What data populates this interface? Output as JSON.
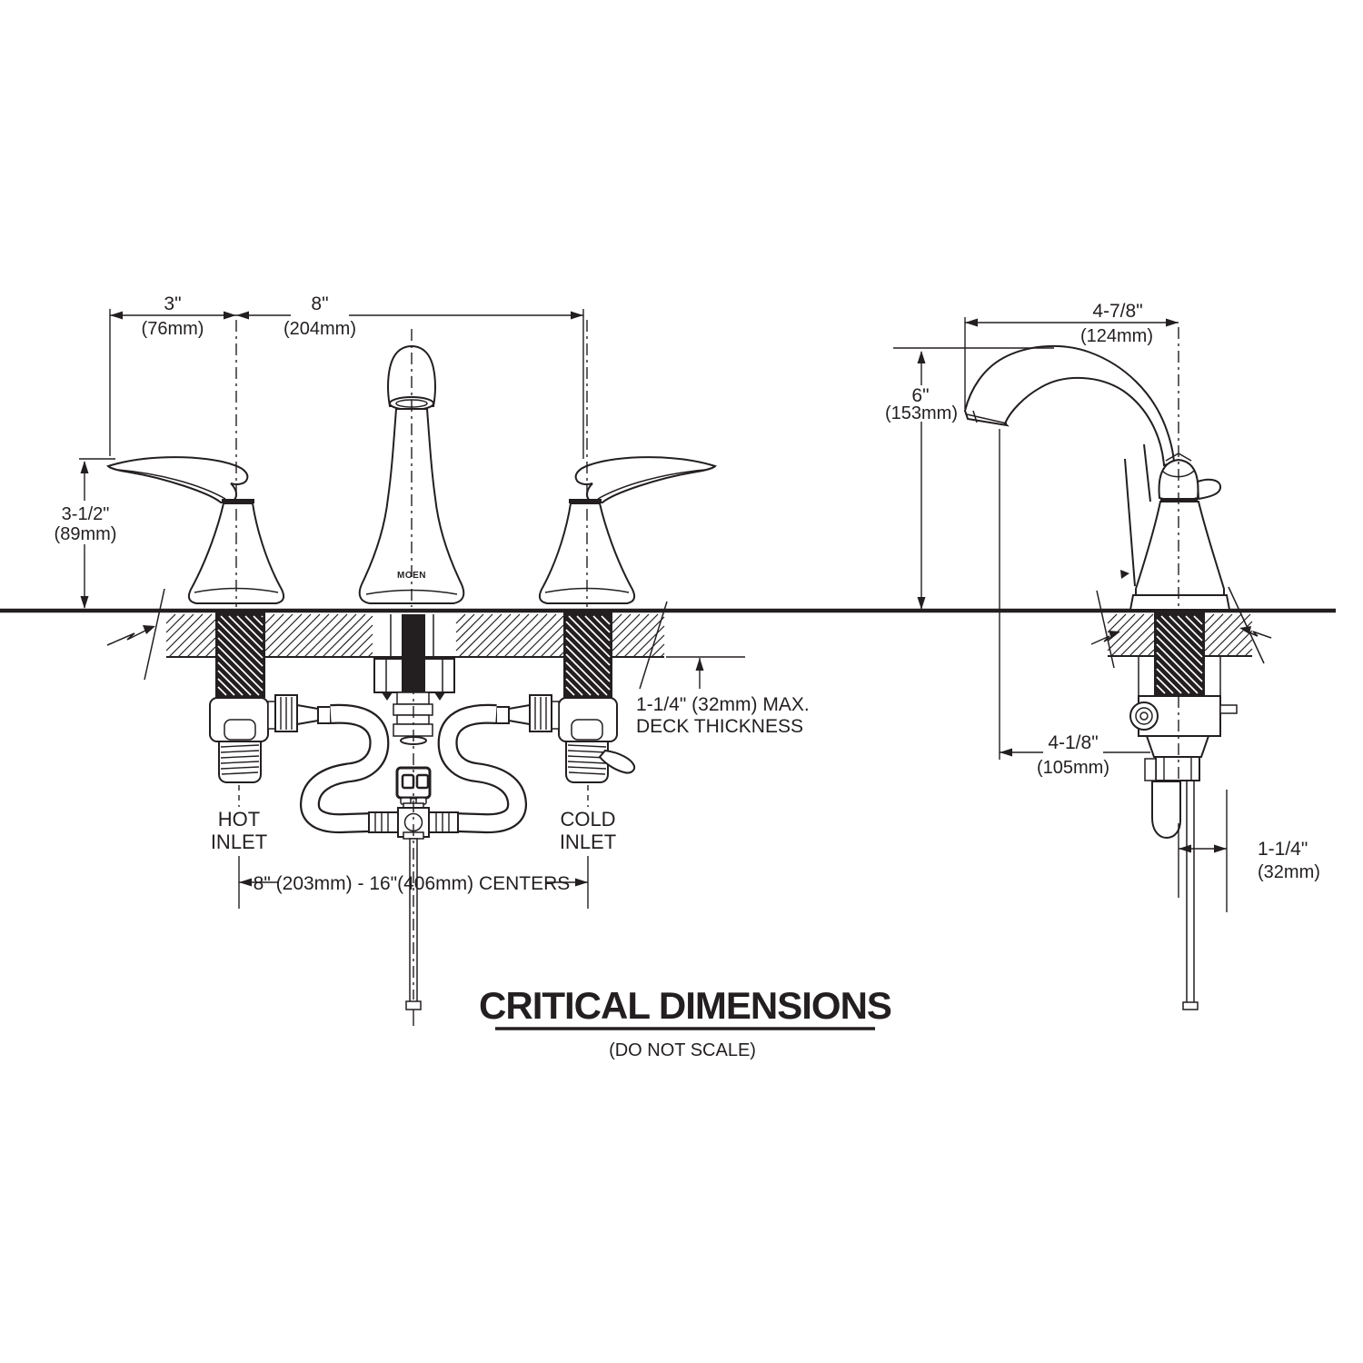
{
  "drawing": {
    "front_view": {
      "dim_handle_offset_in": "3\"",
      "dim_handle_offset_mm": "(76mm)",
      "dim_spread_in": "8\"",
      "dim_spread_mm": "(204mm)",
      "dim_handle_height_in": "3-1/2\"",
      "dim_handle_height_mm": "(89mm)",
      "brand_label": "MOEN",
      "deck_thickness_note_line1": "1-1/4\" (32mm) MAX.",
      "deck_thickness_note_line2": "DECK THICKNESS",
      "hot_inlet_line1": "HOT",
      "hot_inlet_line2": "INLET",
      "cold_inlet_line1": "COLD",
      "cold_inlet_line2": "INLET",
      "dim_inlet_centers": "8\" (203mm) - 16\"(406mm) CENTERS"
    },
    "side_view": {
      "dim_spout_reach_in": "4-7/8\"",
      "dim_spout_reach_mm": "(124mm)",
      "dim_spout_height_in": "6\"",
      "dim_spout_height_mm": "(153mm)",
      "dim_spout_to_drain_in": "4-1/8\"",
      "dim_spout_to_drain_mm": "(105mm)",
      "dim_drain_in": "1-1/4\"",
      "dim_drain_mm": "(32mm)"
    },
    "footer": {
      "title": "CRITICAL DIMENSIONS",
      "note": "(DO NOT SCALE)"
    },
    "colors": {
      "line": "#231f20",
      "background": "#ffffff"
    }
  }
}
